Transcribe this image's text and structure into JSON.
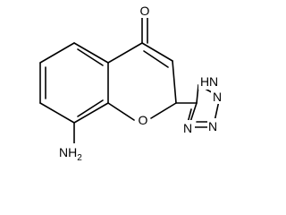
{
  "structure": {
    "atoms": {
      "carbonyl_o": "O",
      "ring_o": "O",
      "amine": "NH",
      "amine_sub": "2",
      "nh_tetrazole": "H",
      "n1": "N",
      "n2": "N",
      "n3": "N",
      "n4": "N"
    }
  }
}
